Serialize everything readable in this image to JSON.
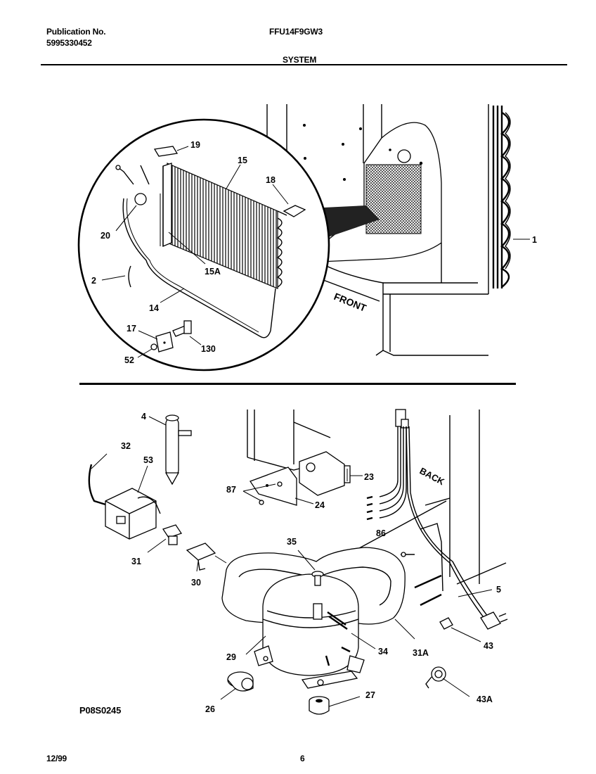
{
  "header": {
    "publication_label": "Publication No.",
    "publication_number": "5995330452",
    "model": "FFU14F9GW3",
    "section": "SYSTEM"
  },
  "footer": {
    "date": "12/99",
    "page": "6",
    "drawing_id": "P08S0245"
  },
  "cabinet_labels": {
    "front": "FRONT",
    "back": "BACK"
  },
  "top_callouts": [
    "19",
    "15",
    "18",
    "20",
    "15A",
    "2",
    "14",
    "17",
    "130",
    "52",
    "1"
  ],
  "bottom_callouts": [
    "4",
    "32",
    "53",
    "87",
    "23",
    "24",
    "31",
    "30",
    "35",
    "86",
    "5",
    "29",
    "34",
    "31A",
    "43",
    "26",
    "27",
    "43A"
  ]
}
